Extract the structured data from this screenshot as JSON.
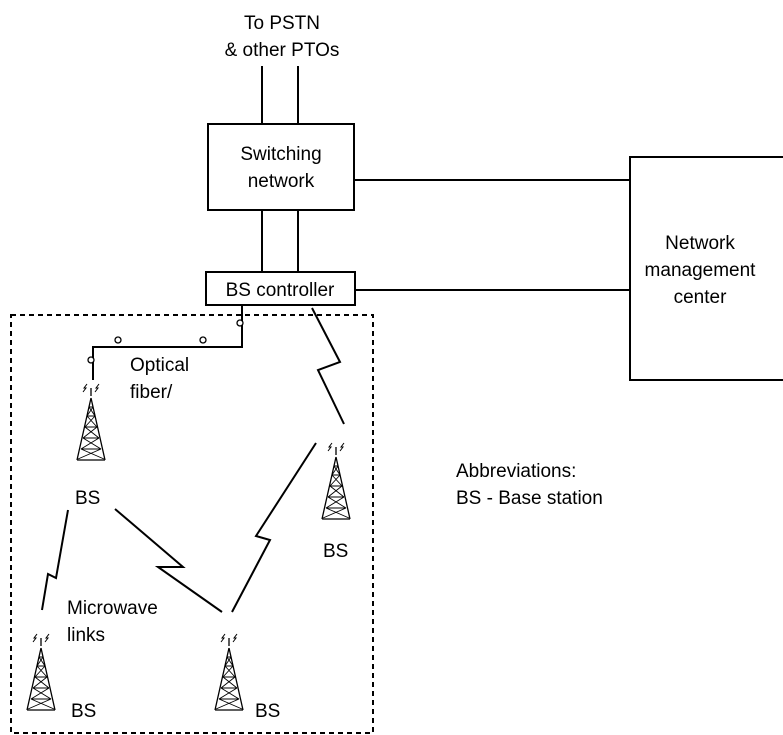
{
  "labels": {
    "pstn_line1": "To PSTN",
    "pstn_line2": "& other PTOs",
    "switching_line1": "Switching",
    "switching_line2": "network",
    "bs_controller": "BS controller",
    "nmc_line1": "Network",
    "nmc_line2": "management",
    "nmc_line3": "center",
    "optical_line1": "Optical",
    "optical_line2": "fiber/",
    "microwave_line1": "Microwave",
    "microwave_line2": "links",
    "abbrev_title": "Abbreviations:",
    "abbrev_bs": "BS - Base station",
    "bs_top_left": "BS",
    "bs_right": "BS",
    "bs_bottom_left": "BS",
    "bs_bottom_middle": "BS"
  }
}
